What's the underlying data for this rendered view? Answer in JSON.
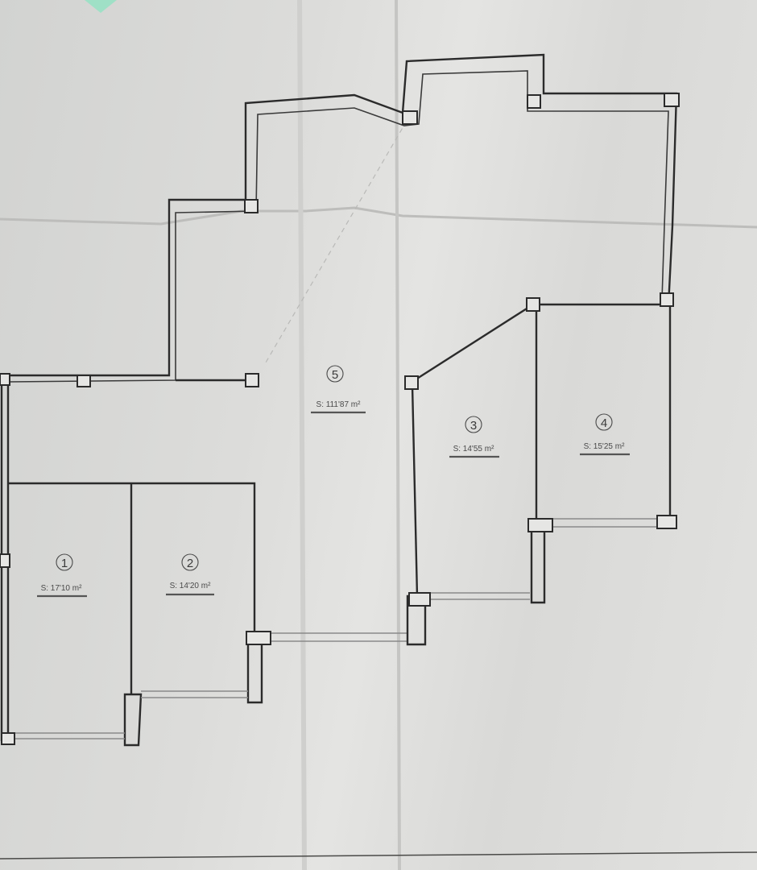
{
  "plan": {
    "rooms": [
      {
        "number": "1",
        "area": "S: 17'10 m²"
      },
      {
        "number": "2",
        "area": "S: 14'20 m²"
      },
      {
        "number": "3",
        "area": "S: 14'55 m²"
      },
      {
        "number": "4",
        "area": "S: 15'25 m²"
      },
      {
        "number": "5",
        "area": "S: 111'87 m²"
      }
    ]
  },
  "colors": {
    "paper": "#dcdcda",
    "wall": "#2b2b2b",
    "glass": "#8a8a8a",
    "corner_tab": "#9fe0c6"
  }
}
